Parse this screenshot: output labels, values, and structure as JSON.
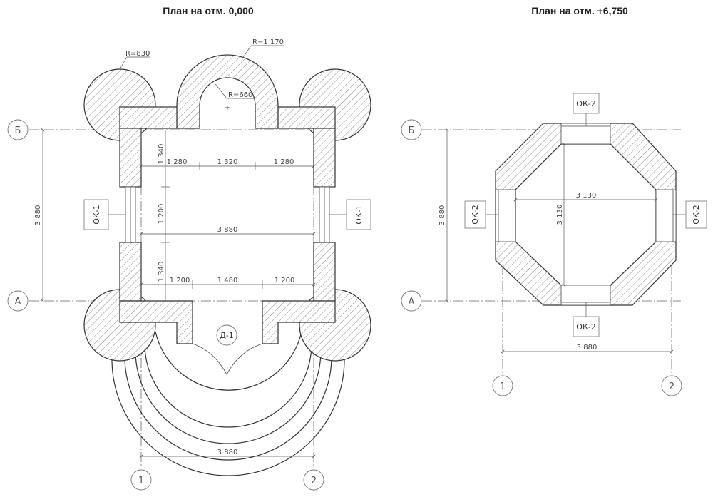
{
  "plan1": {
    "title": "План на отм. 0,000",
    "radius_830": "R=830",
    "radius_1170": "R=1 170",
    "radius_660": "R=660",
    "dims": {
      "top_left": "1 280",
      "top_mid": "1 320",
      "top_right": "1 280",
      "v_top": "1 340",
      "v_mid": "1 200",
      "v_bottom": "1 340",
      "width_mid": "3 880",
      "bot_left": "1 200",
      "bot_mid": "1 480",
      "bot_right": "1 200",
      "height_total": "3 880",
      "width_total": "3 880"
    },
    "window_left": "ОК-1",
    "window_right": "ОК-1",
    "door": "Д-1",
    "axis_b": "Б",
    "axis_a": "А",
    "axis_1": "1",
    "axis_2": "2"
  },
  "plan2": {
    "title": "План на отм. +6,750",
    "dims": {
      "inner_width": "3 130",
      "inner_height": "3 130",
      "height_total": "3 880",
      "width_total": "3 880"
    },
    "window_top": "ОК-2",
    "window_bottom": "ОК-2",
    "window_left": "ОК-2",
    "window_right": "ОК-2",
    "axis_b": "Б",
    "axis_a": "А",
    "axis_1": "1",
    "axis_2": "2"
  }
}
